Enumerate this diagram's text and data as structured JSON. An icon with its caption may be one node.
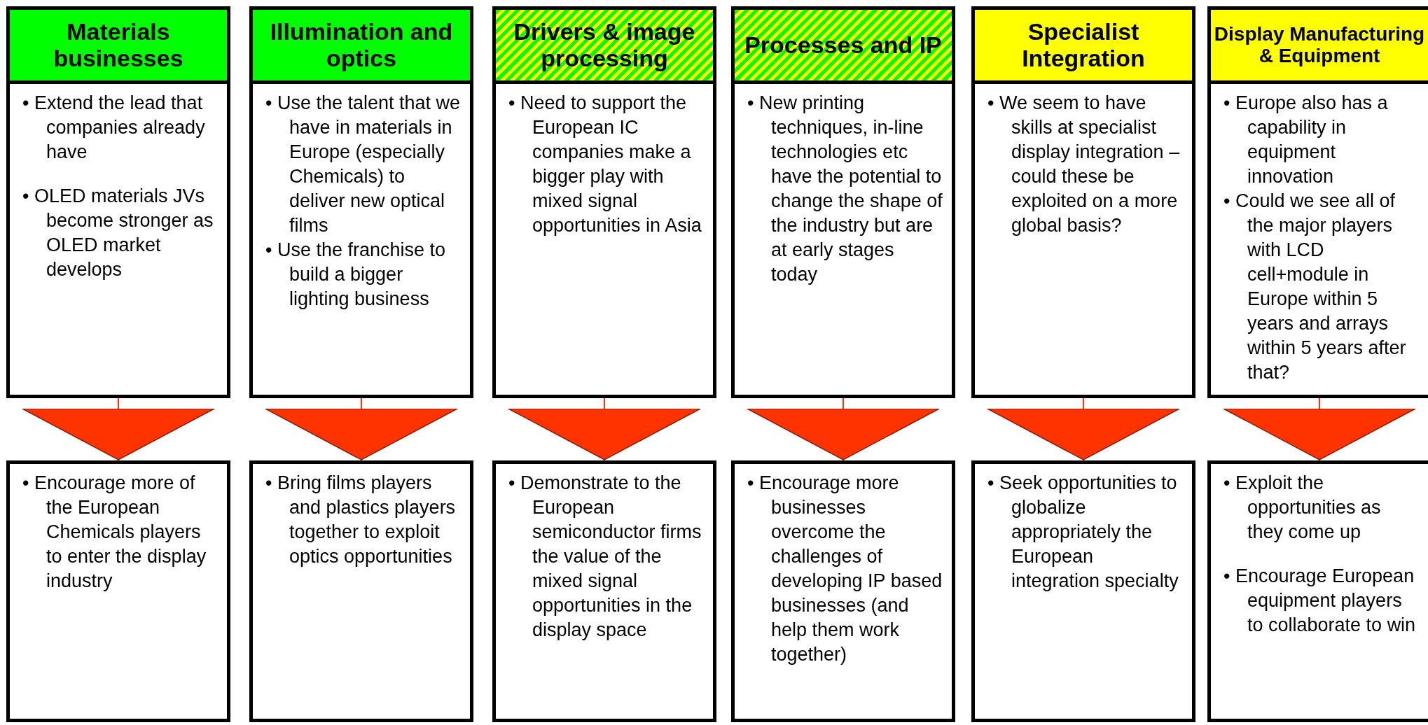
{
  "diagram": {
    "nodes": [
      {
        "text": [
          "Materials businesses",
          "• Extend the lead that companies already have",
          "• OLED materials JVs become stronger as OLED market develops"
        ]
      },
      {
        "text": [
          "Illumination and optics",
          "• Use the talent that we have in materials in Europe (especially Chemicals) to deliver new optical films",
          "• Use the franchise to build a bigger lighting business"
        ]
      },
      {
        "text": [
          "Drivers & image processing",
          "• Need to support the European IC companies make a bigger play with mixed signal opportunities in Asia"
        ]
      },
      {
        "text": [
          "Processes and IP",
          "• New printing techniques, in-line technologies etc have the potential to change the shape of the industry but are at early stages today"
        ]
      },
      {
        "text": [
          "Specialist Integration",
          "• We seem to have skills at specialist display integration – could these be exploited on a more global basis?"
        ]
      },
      {
        "text": [
          "Display Manufacturing & Equipment",
          "• Europe also has a capability in equipment innovation",
          "• Could we see all of the major players with LCD cell+module in Europe within 5 years and arrays within 5 years after that?"
        ]
      },
      {
        "text": [
          "• Encourage more of the European Chemicals players to enter the display industry"
        ]
      },
      {
        "text": [
          "• Bring films players and plastics players together to exploit optics opportunities"
        ]
      },
      {
        "text": [
          "• Demonstrate to the European semiconductor firms the value of the mixed signal opportunities in the display space"
        ]
      },
      {
        "text": [
          "• Encourage more businesses overcome the challenges of developing IP based businesses (and help them work together)"
        ]
      },
      {
        "text": [
          "• Seek opportunities to globalize appropriately the European integration specialty"
        ]
      },
      {
        "text": [
          "• Exploit the opportunities as they come up",
          "• Encourage European equipment players to collaborate to win"
        ]
      }
    ],
    "edges": [
      {
        "from": 0,
        "to": 6,
        "arrow": "to"
      },
      {
        "from": 1,
        "to": 7,
        "arrow": "to"
      },
      {
        "from": 2,
        "to": 8,
        "arrow": "to"
      },
      {
        "from": 3,
        "to": 9,
        "arrow": "to"
      },
      {
        "from": 4,
        "to": 10,
        "arrow": "to"
      },
      {
        "from": 5,
        "to": 11,
        "arrow": "to"
      }
    ]
  }
}
